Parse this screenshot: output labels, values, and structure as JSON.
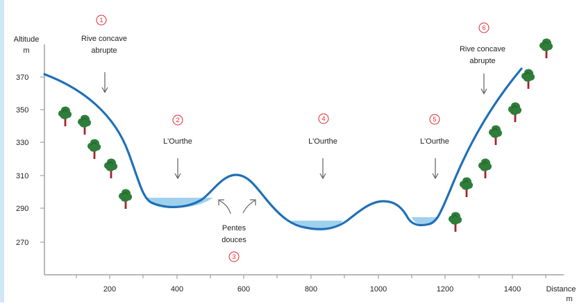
{
  "axes": {
    "y_title_line1": "Altitude",
    "y_title_line2": "m",
    "x_title_line1": "Distance",
    "x_title_line2": "m",
    "y_ticks": [
      "370",
      "350",
      "330",
      "310",
      "290",
      "270"
    ],
    "x_ticks": [
      "200",
      "400",
      "600",
      "800",
      "1000",
      "1200",
      "1400"
    ]
  },
  "labels": {
    "l1": {
      "num": "1",
      "line1": "Rive concave",
      "line2": "abrupte"
    },
    "l2": {
      "num": "2",
      "line1": "L'Ourthe"
    },
    "l3": {
      "num": "3",
      "line1": "Pentes",
      "line2": "douces"
    },
    "l4": {
      "num": "4",
      "line1": "L'Ourthe"
    },
    "l5": {
      "num": "5",
      "line1": "L'Ourthe"
    },
    "l6": {
      "num": "6",
      "line1": "Rive concave",
      "line2": "abrupte"
    }
  },
  "colors": {
    "profile": "#1f6fb7",
    "water": "#9fd1ee",
    "axis": "#9ea1a4",
    "number": "#e0242b",
    "arrow": "#5c5f62",
    "foliage": "#2f7d3a",
    "trunk": "#a4242a"
  },
  "icons": {
    "tree": "tree-icon",
    "arrow": "arrow-down-icon"
  }
}
